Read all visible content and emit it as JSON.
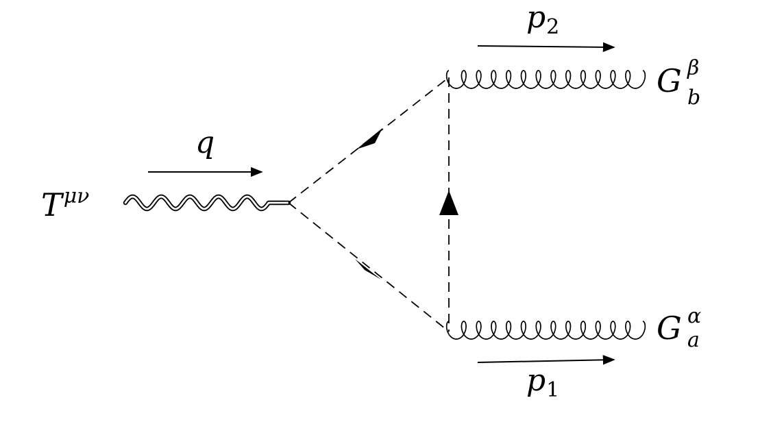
{
  "colors": {
    "line": "#000000",
    "background": "#ffffff"
  },
  "labels": {
    "graviton": {
      "base": "T",
      "sup": "μν"
    },
    "gluon_top": {
      "base": "G",
      "sup": "β",
      "sub": "b"
    },
    "gluon_bottom": {
      "base": "G",
      "sup": "α",
      "sub": "a"
    },
    "momentum_q": {
      "base": "q"
    },
    "momentum_p2": {
      "base": "p",
      "sub": "2"
    },
    "momentum_p1": {
      "base": "p",
      "sub": "1"
    }
  }
}
